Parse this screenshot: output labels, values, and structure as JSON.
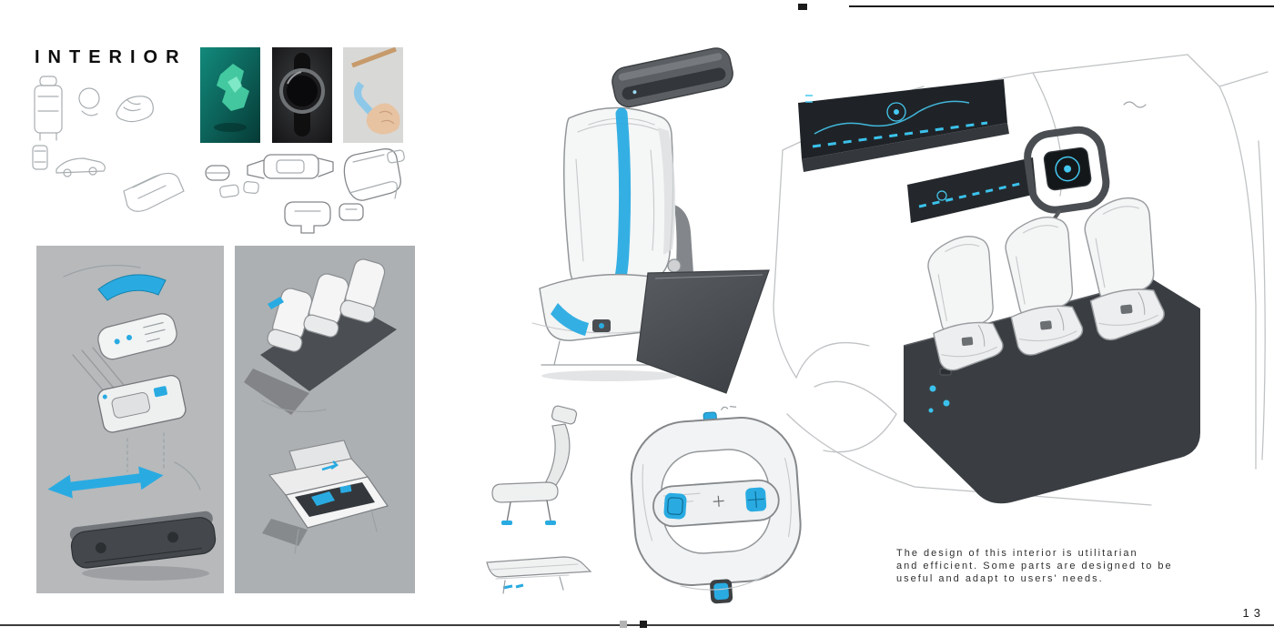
{
  "page": {
    "title": "INTERIOR",
    "accent_color": "#29abe2",
    "description_lines": [
      "The design of this interior is utilitarian",
      "and efficient. Some parts are designed to be",
      "useful and adapt to users' needs."
    ],
    "page_number": "13"
  }
}
